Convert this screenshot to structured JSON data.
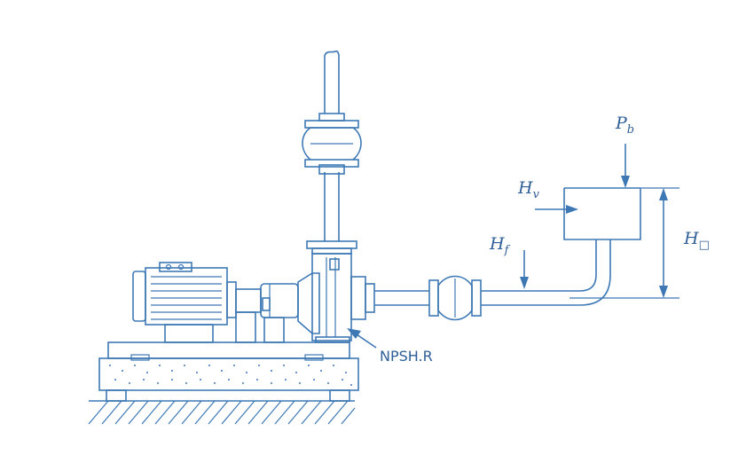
{
  "labels": {
    "pb": {
      "main": "P",
      "sub": "b"
    },
    "hv": {
      "main": "H",
      "sub": "v"
    },
    "hf": {
      "main": "H",
      "sub": "f"
    },
    "hz": {
      "main": "H",
      "sub": "□"
    },
    "npsh": "NPSH.R"
  },
  "colors": {
    "line": "#3d78b5",
    "text": "#2f5f96"
  }
}
